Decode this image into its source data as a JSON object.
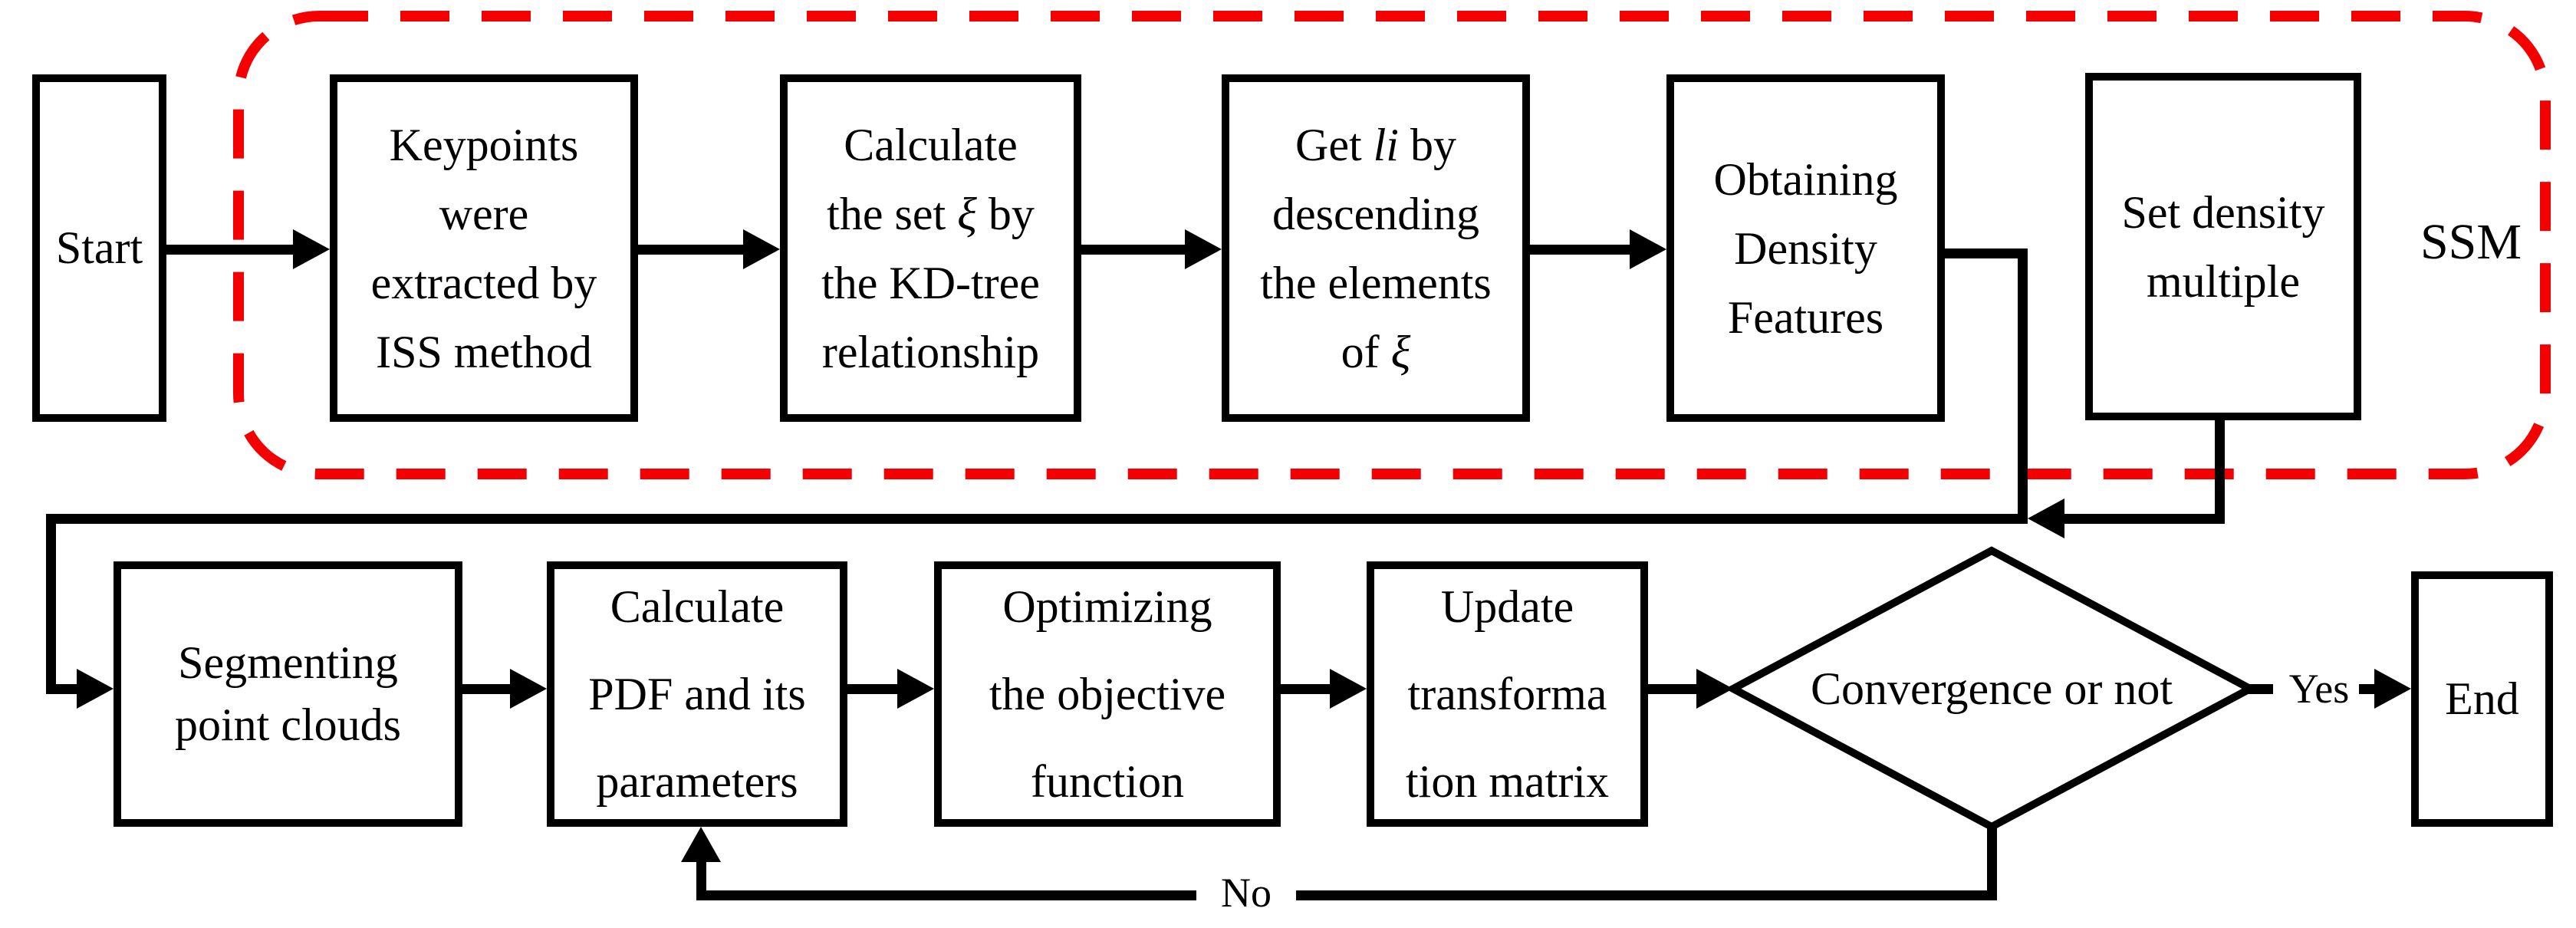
{
  "canvas": {
    "background": "#ffffff",
    "line_color": "#000000",
    "dashed_region_color": "#f40000"
  },
  "region": {
    "name": "SSM",
    "label": "SSM"
  },
  "labels": {
    "yes": "Yes",
    "no": "No"
  },
  "nodes": {
    "start": {
      "lines": [
        "Start"
      ]
    },
    "keypoints": {
      "lines": [
        "Keypoints",
        "were",
        "extracted by",
        "ISS method"
      ]
    },
    "calc_set": {
      "lines": [
        "Calculate",
        [
          {
            "t": "the set "
          },
          {
            "t": "ξ",
            "i": true
          },
          {
            "t": " by"
          }
        ],
        "the KD-tree",
        "relationship"
      ]
    },
    "get_li": {
      "lines": [
        [
          {
            "t": "Get "
          },
          {
            "t": "li",
            "i": true
          },
          {
            "t": " by"
          }
        ],
        "descending",
        "the elements",
        [
          {
            "t": "of "
          },
          {
            "t": "ξ",
            "i": true
          }
        ]
      ]
    },
    "obtaining": {
      "lines": [
        "Obtaining",
        "Density",
        "Features"
      ]
    },
    "set_density": {
      "lines": [
        "Set density",
        "multiple"
      ]
    },
    "segmenting": {
      "lines": [
        "Segmenting",
        "point clouds"
      ]
    },
    "calc_pdf": {
      "lines": [
        "Calculate",
        "PDF and its",
        "parameters"
      ]
    },
    "optimizing": {
      "lines": [
        "Optimizing",
        "the objective",
        "function"
      ]
    },
    "update": {
      "lines": [
        "Update",
        "transforma",
        "tion matrix"
      ]
    },
    "convergence": {
      "lines": [
        "Convergence or not"
      ]
    },
    "end": {
      "lines": [
        "End"
      ]
    }
  }
}
